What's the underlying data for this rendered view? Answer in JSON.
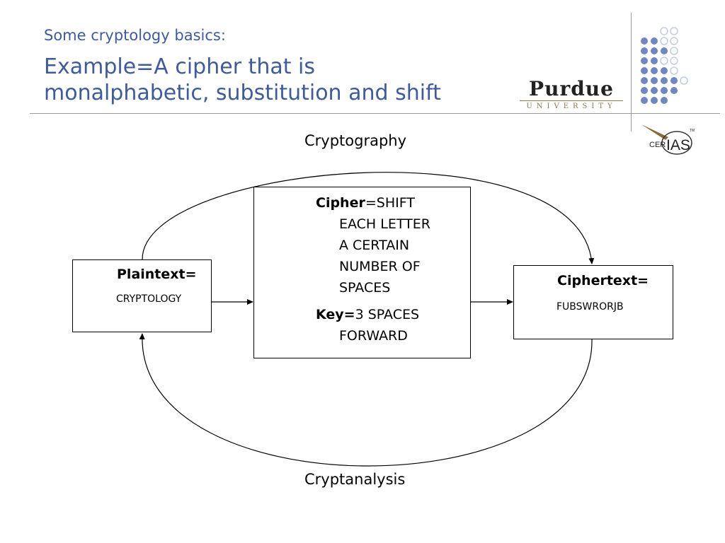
{
  "header": {
    "subtitle": "Some cryptology basics:",
    "title_line1": "Example=A cipher that is",
    "title_line2": "monalphabetic, substitution and shift"
  },
  "logos": {
    "purdue_word": "Purdue",
    "purdue_sub": "UNIVERSITY",
    "cerias_left": "CER",
    "cerias_right": "IAS",
    "cerias_tm": "TM"
  },
  "diagram": {
    "top_label": "Cryptography",
    "bottom_label": "Cryptanalysis",
    "plaintext": {
      "label": "Plaintext=",
      "value": "CRYPTOLOGY"
    },
    "ciphertext": {
      "label": "Ciphertext=",
      "value": "FUBSWRORJB"
    },
    "cipher": {
      "label": "Cipher",
      "line1": "=SHIFT",
      "line2": "EACH LETTER",
      "line3": "A CERTAIN",
      "line4": "NUMBER OF",
      "line5": "SPACES"
    },
    "key": {
      "label": "Key=",
      "line1": "3 SPACES",
      "line2": "FORWARD"
    }
  },
  "colors": {
    "title": "#3f5b9a",
    "dot_dark": "#6f86c0",
    "dot_light": "#c4cde6"
  }
}
